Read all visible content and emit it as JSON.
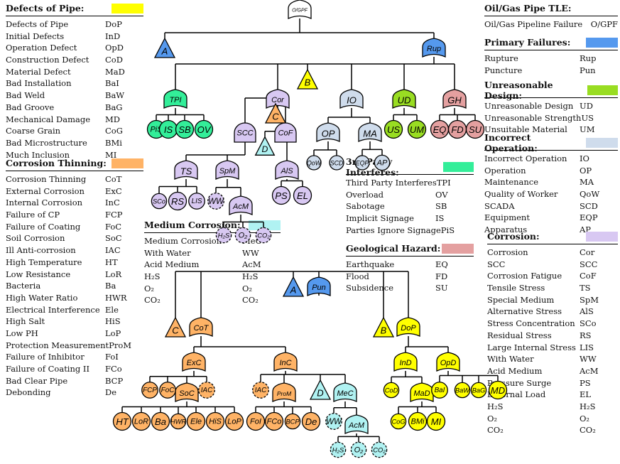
{
  "colors": {
    "doP": "#ffff00",
    "coT": "#ffb366",
    "meC": "#b0f2f2",
    "tpi": "#33ee99",
    "geo": "#e4a0a0",
    "cor": "#d8c8f2",
    "io": "#cfdcec",
    "ud": "#99dd22",
    "rup": "#5599ee",
    "top": "#ffffff"
  },
  "legends": {
    "doP": {
      "title": "Defects of Pipe:",
      "color": "#ffff00",
      "rows": [
        [
          "Defects of Pipe",
          "DoP"
        ],
        [
          "Initial Defects",
          "InD"
        ],
        [
          "Operation Defect",
          "OpD"
        ],
        [
          "Construction Defect",
          "CoD"
        ],
        [
          "Material Defect",
          "MaD"
        ],
        [
          "Bad Installation",
          "BaI"
        ],
        [
          "Bad Weld",
          "BaW"
        ],
        [
          "Bad Groove",
          "BaG"
        ],
        [
          "Mechanical Damage",
          "MD"
        ],
        [
          "Coarse Grain",
          "CoG"
        ],
        [
          "Bad Microstructure",
          "BMi"
        ],
        [
          "Much Inclusion",
          "MI"
        ]
      ]
    },
    "coT": {
      "title": "Corrosion Thinning:",
      "color": "#ffb366",
      "rows": [
        [
          "Corrosion Thinning",
          "CoT"
        ],
        [
          "External Corrosion",
          "ExC"
        ],
        [
          "Internal Corrosion",
          "InC"
        ],
        [
          "Failure of CP",
          "FCP"
        ],
        [
          "Failure of Coating",
          "FoC"
        ],
        [
          "Soil Corrosion",
          "SoC"
        ],
        [
          "Ill Anti-corrosion",
          "IAC"
        ],
        [
          "High Temperature",
          "HT"
        ],
        [
          "Low Resistance",
          "LoR"
        ],
        [
          "Bacteria",
          "Ba"
        ],
        [
          "High Water Ratio",
          "HWR"
        ],
        [
          "Electrical Interference",
          "Ele"
        ],
        [
          "High Salt",
          "HiS"
        ],
        [
          "Low PH",
          "LoP"
        ],
        [
          "Protection Measurement",
          "ProM"
        ],
        [
          "Failure of Inhibitor",
          "FoI"
        ],
        [
          "Failure of Coating II",
          "FCo"
        ],
        [
          "Bad Clear Pipe",
          "BCP"
        ],
        [
          "Debonding",
          "De"
        ]
      ]
    },
    "meC": {
      "title": "Medium Corrosion:",
      "color": "#b0f2f2",
      "rows": [
        [
          "Medium Corrosion",
          "MeC"
        ],
        [
          "With Water",
          "WW"
        ],
        [
          "Acid Medium",
          "AcM"
        ],
        [
          "H₂S",
          "H₂S"
        ],
        [
          "O₂",
          "O₂"
        ],
        [
          "CO₂",
          "CO₂"
        ]
      ]
    },
    "tpi": {
      "title": "3rd Party Interferes:",
      "color": "#33ee99",
      "rows": [
        [
          "Third Party Interferes",
          "TPI"
        ],
        [
          "Overload",
          "OV"
        ],
        [
          "Sabotage",
          "SB"
        ],
        [
          "Implicit Signage",
          "IS"
        ],
        [
          "Parties Ignore Signage",
          "PiS"
        ]
      ]
    },
    "geo": {
      "title": "Geological Hazard:",
      "color": "#e4a0a0",
      "rows": [
        [
          "Earthquake",
          "EQ"
        ],
        [
          "Flood",
          "FD"
        ],
        [
          "Subsidence",
          "SU"
        ]
      ]
    },
    "tle": {
      "title": "Oil/Gas Pipe TLE:",
      "color": "",
      "rows": [
        [
          "Oil/Gas Pipeline Failure",
          "O/GPF"
        ]
      ]
    },
    "pri": {
      "title": "Primary Failures:",
      "color": "#5599ee",
      "rows": [
        [
          "Rupture",
          "Rup"
        ],
        [
          "Puncture",
          "Pun"
        ]
      ]
    },
    "ud": {
      "title": "Unreasonable Design:",
      "color": "#99dd22",
      "rows": [
        [
          "Unreasonable Design",
          "UD"
        ],
        [
          "Unreasonable Strength",
          "US"
        ],
        [
          "Unsuitable Material",
          "UM"
        ]
      ]
    },
    "io": {
      "title": "Incorrect Operation:",
      "color": "#cfdcec",
      "rows": [
        [
          "Incorrect Operation",
          "IO"
        ],
        [
          "Operation",
          "OP"
        ],
        [
          "Maintenance",
          "MA"
        ],
        [
          "Quality of Worker",
          "QoW"
        ],
        [
          "SCADA",
          "SCD"
        ],
        [
          "Equipment",
          "EQP"
        ],
        [
          "Apparatus",
          "AP"
        ]
      ]
    },
    "cor": {
      "title": "Corrosion:",
      "color": "#d8c8f2",
      "rows": [
        [
          "Corrosion",
          "Cor"
        ],
        [
          "SCC",
          "SCC"
        ],
        [
          "Corrosion Fatigue",
          "CoF"
        ],
        [
          "Tensile Stress",
          "TS"
        ],
        [
          "Special Medium",
          "SpM"
        ],
        [
          "Alternative Stress",
          "AlS"
        ],
        [
          "Stress Concentration",
          "SCo"
        ],
        [
          "Residual Stress",
          "RS"
        ],
        [
          "Large Internal Stress",
          "LIS"
        ],
        [
          "With Water",
          "WW"
        ],
        [
          "Acid Medium",
          "AcM"
        ],
        [
          "Pressure Surge",
          "PS"
        ],
        [
          "External Load",
          "EL"
        ],
        [
          "H₂S",
          "H₂S"
        ],
        [
          "O₂",
          "O₂"
        ],
        [
          "CO₂",
          "CO₂"
        ]
      ]
    }
  },
  "tree": {
    "nodes": [
      {
        "id": "ogpf",
        "label": "O/GPF",
        "shape": "or",
        "c": "top"
      },
      {
        "id": "A1",
        "label": "A",
        "shape": "tri",
        "c": "rup"
      },
      {
        "id": "rup",
        "label": "Rup",
        "shape": "or",
        "c": "rup"
      },
      {
        "id": "tpi",
        "label": "TPI",
        "shape": "or",
        "c": "tpi"
      },
      {
        "id": "cor",
        "label": "Cor",
        "shape": "or",
        "c": "cor"
      },
      {
        "id": "B1",
        "label": "B",
        "shape": "tri",
        "c": "doP"
      },
      {
        "id": "io",
        "label": "IO",
        "shape": "or",
        "c": "io"
      },
      {
        "id": "ud",
        "label": "UD",
        "shape": "or",
        "c": "ud"
      },
      {
        "id": "gh",
        "label": "GH",
        "shape": "or",
        "c": "geo"
      },
      {
        "id": "pis",
        "label": "PiS",
        "shape": "circ",
        "c": "tpi"
      },
      {
        "id": "is",
        "label": "IS",
        "shape": "circ",
        "c": "tpi"
      },
      {
        "id": "sb",
        "label": "SB",
        "shape": "circ",
        "c": "tpi"
      },
      {
        "id": "ov",
        "label": "OV",
        "shape": "circ",
        "c": "tpi"
      },
      {
        "id": "scc",
        "label": "SCC",
        "shape": "and",
        "c": "cor"
      },
      {
        "id": "C1",
        "label": "C",
        "shape": "tri",
        "c": "coT"
      },
      {
        "id": "cof",
        "label": "CoF",
        "shape": "and",
        "c": "cor"
      },
      {
        "id": "op",
        "label": "OP",
        "shape": "or",
        "c": "io"
      },
      {
        "id": "ma",
        "label": "MA",
        "shape": "or",
        "c": "io"
      },
      {
        "id": "us",
        "label": "US",
        "shape": "circ",
        "c": "ud"
      },
      {
        "id": "um",
        "label": "UM",
        "shape": "circ",
        "c": "ud"
      },
      {
        "id": "eq",
        "label": "EQ",
        "shape": "circ",
        "c": "geo"
      },
      {
        "id": "fd",
        "label": "FD",
        "shape": "circ",
        "c": "geo"
      },
      {
        "id": "su",
        "label": "SU",
        "shape": "circ",
        "c": "geo"
      },
      {
        "id": "ts",
        "label": "TS",
        "shape": "or",
        "c": "cor"
      },
      {
        "id": "spm",
        "label": "SpM",
        "shape": "or",
        "c": "cor"
      },
      {
        "id": "D1",
        "label": "D",
        "shape": "tri",
        "c": "meC"
      },
      {
        "id": "als",
        "label": "AlS",
        "shape": "or",
        "c": "cor"
      },
      {
        "id": "qow",
        "label": "QoW",
        "shape": "circ",
        "c": "io"
      },
      {
        "id": "scd",
        "label": "SCD",
        "shape": "circ",
        "c": "io"
      },
      {
        "id": "eqp",
        "label": "EQP",
        "shape": "circ",
        "c": "io"
      },
      {
        "id": "ap",
        "label": "AP",
        "shape": "circ",
        "c": "io"
      },
      {
        "id": "sco",
        "label": "SCo",
        "shape": "circ",
        "c": "cor"
      },
      {
        "id": "rs",
        "label": "RS",
        "shape": "circ",
        "c": "cor"
      },
      {
        "id": "lis",
        "label": "LIS",
        "shape": "circ",
        "c": "cor"
      },
      {
        "id": "ww1",
        "label": "WW",
        "shape": "dcirc",
        "c": "cor"
      },
      {
        "id": "acm1",
        "label": "AcM",
        "shape": "or",
        "c": "cor"
      },
      {
        "id": "ps",
        "label": "PS",
        "shape": "circ",
        "c": "cor"
      },
      {
        "id": "el",
        "label": "EL",
        "shape": "circ",
        "c": "cor"
      },
      {
        "id": "h2s1",
        "label": "H₂S",
        "shape": "dcirc",
        "c": "cor"
      },
      {
        "id": "o21",
        "label": "O₂",
        "shape": "dcirc",
        "c": "cor"
      },
      {
        "id": "co21",
        "label": "CO₂",
        "shape": "dcirc",
        "c": "cor"
      },
      {
        "id": "A2",
        "label": "A",
        "shape": "tri",
        "c": "rup"
      },
      {
        "id": "pun",
        "label": "Pun",
        "shape": "or",
        "c": "rup"
      },
      {
        "id": "C2",
        "label": "C",
        "shape": "tri",
        "c": "coT"
      },
      {
        "id": "cot",
        "label": "CoT",
        "shape": "or",
        "c": "coT"
      },
      {
        "id": "B2",
        "label": "B",
        "shape": "tri",
        "c": "doP"
      },
      {
        "id": "dop",
        "label": "DoP",
        "shape": "or",
        "c": "doP"
      },
      {
        "id": "exc",
        "label": "ExC",
        "shape": "or",
        "c": "coT"
      },
      {
        "id": "inc",
        "label": "InC",
        "shape": "or",
        "c": "coT"
      },
      {
        "id": "ind",
        "label": "InD",
        "shape": "or",
        "c": "doP"
      },
      {
        "id": "opd",
        "label": "OpD",
        "shape": "or",
        "c": "doP"
      },
      {
        "id": "fcp",
        "label": "FCP",
        "shape": "circ",
        "c": "coT"
      },
      {
        "id": "foc",
        "label": "FoC",
        "shape": "circ",
        "c": "coT"
      },
      {
        "id": "soc",
        "label": "SoC",
        "shape": "or",
        "c": "coT"
      },
      {
        "id": "iac1",
        "label": "IAC",
        "shape": "dcirc",
        "c": "coT"
      },
      {
        "id": "iac2",
        "label": "IAC",
        "shape": "dcirc",
        "c": "coT"
      },
      {
        "id": "prom",
        "label": "ProM",
        "shape": "or",
        "c": "coT"
      },
      {
        "id": "D2",
        "label": "D",
        "shape": "tri",
        "c": "meC"
      },
      {
        "id": "mec",
        "label": "MeC",
        "shape": "or",
        "c": "meC"
      },
      {
        "id": "cod",
        "label": "CoD",
        "shape": "circ",
        "c": "doP"
      },
      {
        "id": "mad",
        "label": "MaD",
        "shape": "or",
        "c": "doP"
      },
      {
        "id": "bai",
        "label": "BaI",
        "shape": "circ",
        "c": "doP"
      },
      {
        "id": "baw",
        "label": "BaW",
        "shape": "circ",
        "c": "doP"
      },
      {
        "id": "bag",
        "label": "BaG",
        "shape": "circ",
        "c": "doP"
      },
      {
        "id": "md",
        "label": "MD",
        "shape": "circ",
        "c": "doP"
      },
      {
        "id": "ht",
        "label": "HT",
        "shape": "circ",
        "c": "coT"
      },
      {
        "id": "lor",
        "label": "LoR",
        "shape": "circ",
        "c": "coT"
      },
      {
        "id": "ba",
        "label": "Ba",
        "shape": "circ",
        "c": "coT"
      },
      {
        "id": "hwr",
        "label": "HWR",
        "shape": "circ",
        "c": "coT"
      },
      {
        "id": "ele",
        "label": "Ele",
        "shape": "circ",
        "c": "coT"
      },
      {
        "id": "his",
        "label": "HiS",
        "shape": "circ",
        "c": "coT"
      },
      {
        "id": "lop",
        "label": "LoP",
        "shape": "circ",
        "c": "coT"
      },
      {
        "id": "foi",
        "label": "FoI",
        "shape": "circ",
        "c": "coT"
      },
      {
        "id": "fco",
        "label": "FCo",
        "shape": "circ",
        "c": "coT"
      },
      {
        "id": "bcp",
        "label": "BCP",
        "shape": "circ",
        "c": "coT"
      },
      {
        "id": "de",
        "label": "De",
        "shape": "circ",
        "c": "coT"
      },
      {
        "id": "ww2",
        "label": "WW",
        "shape": "dcirc",
        "c": "meC"
      },
      {
        "id": "acm2",
        "label": "AcM",
        "shape": "or",
        "c": "meC"
      },
      {
        "id": "cog",
        "label": "CoG",
        "shape": "circ",
        "c": "doP"
      },
      {
        "id": "bmi",
        "label": "BMi",
        "shape": "circ",
        "c": "doP"
      },
      {
        "id": "mi",
        "label": "MI",
        "shape": "circ",
        "c": "doP"
      },
      {
        "id": "h2s2",
        "label": "H₂S",
        "shape": "dcirc",
        "c": "meC"
      },
      {
        "id": "o22",
        "label": "O₂",
        "shape": "dcirc",
        "c": "meC"
      },
      {
        "id": "co22",
        "label": "CO₂",
        "shape": "dcirc",
        "c": "meC"
      }
    ],
    "edges": [
      [
        "ogpf",
        "A1"
      ],
      [
        "ogpf",
        "rup"
      ],
      [
        "rup",
        "tpi"
      ],
      [
        "rup",
        "cor"
      ],
      [
        "rup",
        "B1"
      ],
      [
        "rup",
        "io"
      ],
      [
        "rup",
        "ud"
      ],
      [
        "rup",
        "gh"
      ],
      [
        "tpi",
        "pis"
      ],
      [
        "tpi",
        "is"
      ],
      [
        "tpi",
        "sb"
      ],
      [
        "tpi",
        "ov"
      ],
      [
        "cor",
        "scc"
      ],
      [
        "cor",
        "C1"
      ],
      [
        "cor",
        "cof"
      ],
      [
        "scc",
        "ts"
      ],
      [
        "scc",
        "spm"
      ],
      [
        "cof",
        "D1"
      ],
      [
        "cof",
        "als"
      ],
      [
        "ts",
        "sco"
      ],
      [
        "ts",
        "rs"
      ],
      [
        "ts",
        "lis"
      ],
      [
        "spm",
        "ww1"
      ],
      [
        "spm",
        "acm1"
      ],
      [
        "acm1",
        "h2s1"
      ],
      [
        "acm1",
        "o21"
      ],
      [
        "acm1",
        "co21"
      ],
      [
        "als",
        "ps"
      ],
      [
        "als",
        "el"
      ],
      [
        "io",
        "op"
      ],
      [
        "io",
        "ma"
      ],
      [
        "op",
        "qow"
      ],
      [
        "op",
        "scd"
      ],
      [
        "ma",
        "eqp"
      ],
      [
        "ma",
        "ap"
      ],
      [
        "ud",
        "us"
      ],
      [
        "ud",
        "um"
      ],
      [
        "gh",
        "eq"
      ],
      [
        "gh",
        "fd"
      ],
      [
        "gh",
        "su"
      ],
      [
        "pun",
        "A2"
      ],
      [
        "pun",
        "C2"
      ],
      [
        "pun",
        "cot"
      ],
      [
        "pun",
        "B2"
      ],
      [
        "pun",
        "dop"
      ],
      [
        "cot",
        "exc"
      ],
      [
        "cot",
        "inc"
      ],
      [
        "exc",
        "fcp"
      ],
      [
        "exc",
        "foc"
      ],
      [
        "exc",
        "soc"
      ],
      [
        "exc",
        "iac1"
      ],
      [
        "soc",
        "ht"
      ],
      [
        "soc",
        "lor"
      ],
      [
        "soc",
        "ba"
      ],
      [
        "soc",
        "hwr"
      ],
      [
        "soc",
        "ele"
      ],
      [
        "soc",
        "his"
      ],
      [
        "soc",
        "lop"
      ],
      [
        "inc",
        "iac2"
      ],
      [
        "inc",
        "prom"
      ],
      [
        "inc",
        "D2"
      ],
      [
        "inc",
        "mec"
      ],
      [
        "prom",
        "foi"
      ],
      [
        "prom",
        "fco"
      ],
      [
        "prom",
        "bcp"
      ],
      [
        "prom",
        "de"
      ],
      [
        "mec",
        "ww2"
      ],
      [
        "mec",
        "acm2"
      ],
      [
        "acm2",
        "h2s2"
      ],
      [
        "acm2",
        "o22"
      ],
      [
        "acm2",
        "co22"
      ],
      [
        "dop",
        "ind"
      ],
      [
        "dop",
        "opd"
      ],
      [
        "ind",
        "cod"
      ],
      [
        "ind",
        "mad"
      ],
      [
        "mad",
        "cog"
      ],
      [
        "mad",
        "bmi"
      ],
      [
        "mad",
        "mi"
      ],
      [
        "opd",
        "bai"
      ],
      [
        "opd",
        "baw"
      ],
      [
        "opd",
        "bag"
      ],
      [
        "opd",
        "md"
      ]
    ]
  }
}
